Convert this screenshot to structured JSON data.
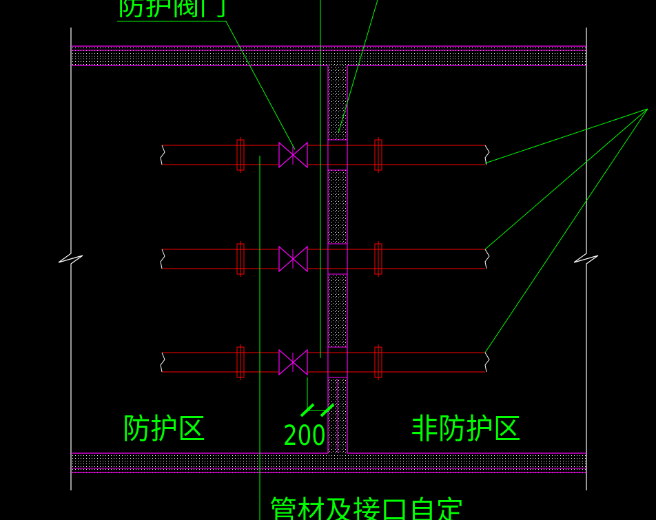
{
  "labels": {
    "valve": "防护阀门",
    "protected_zone": "防护区",
    "unprotected_zone": "非防护区",
    "dimension": "200",
    "pipe_note": "管材及接口自定"
  },
  "colors": {
    "background": "#000000",
    "wall_outline": "#ff00ff",
    "wall_fill_dots": "#ffffff",
    "pipe": "#ff0000",
    "valve": "#ff00ff",
    "annotation": "#00ff00",
    "boundary": "#ffffff"
  },
  "pipe_runs": 3
}
